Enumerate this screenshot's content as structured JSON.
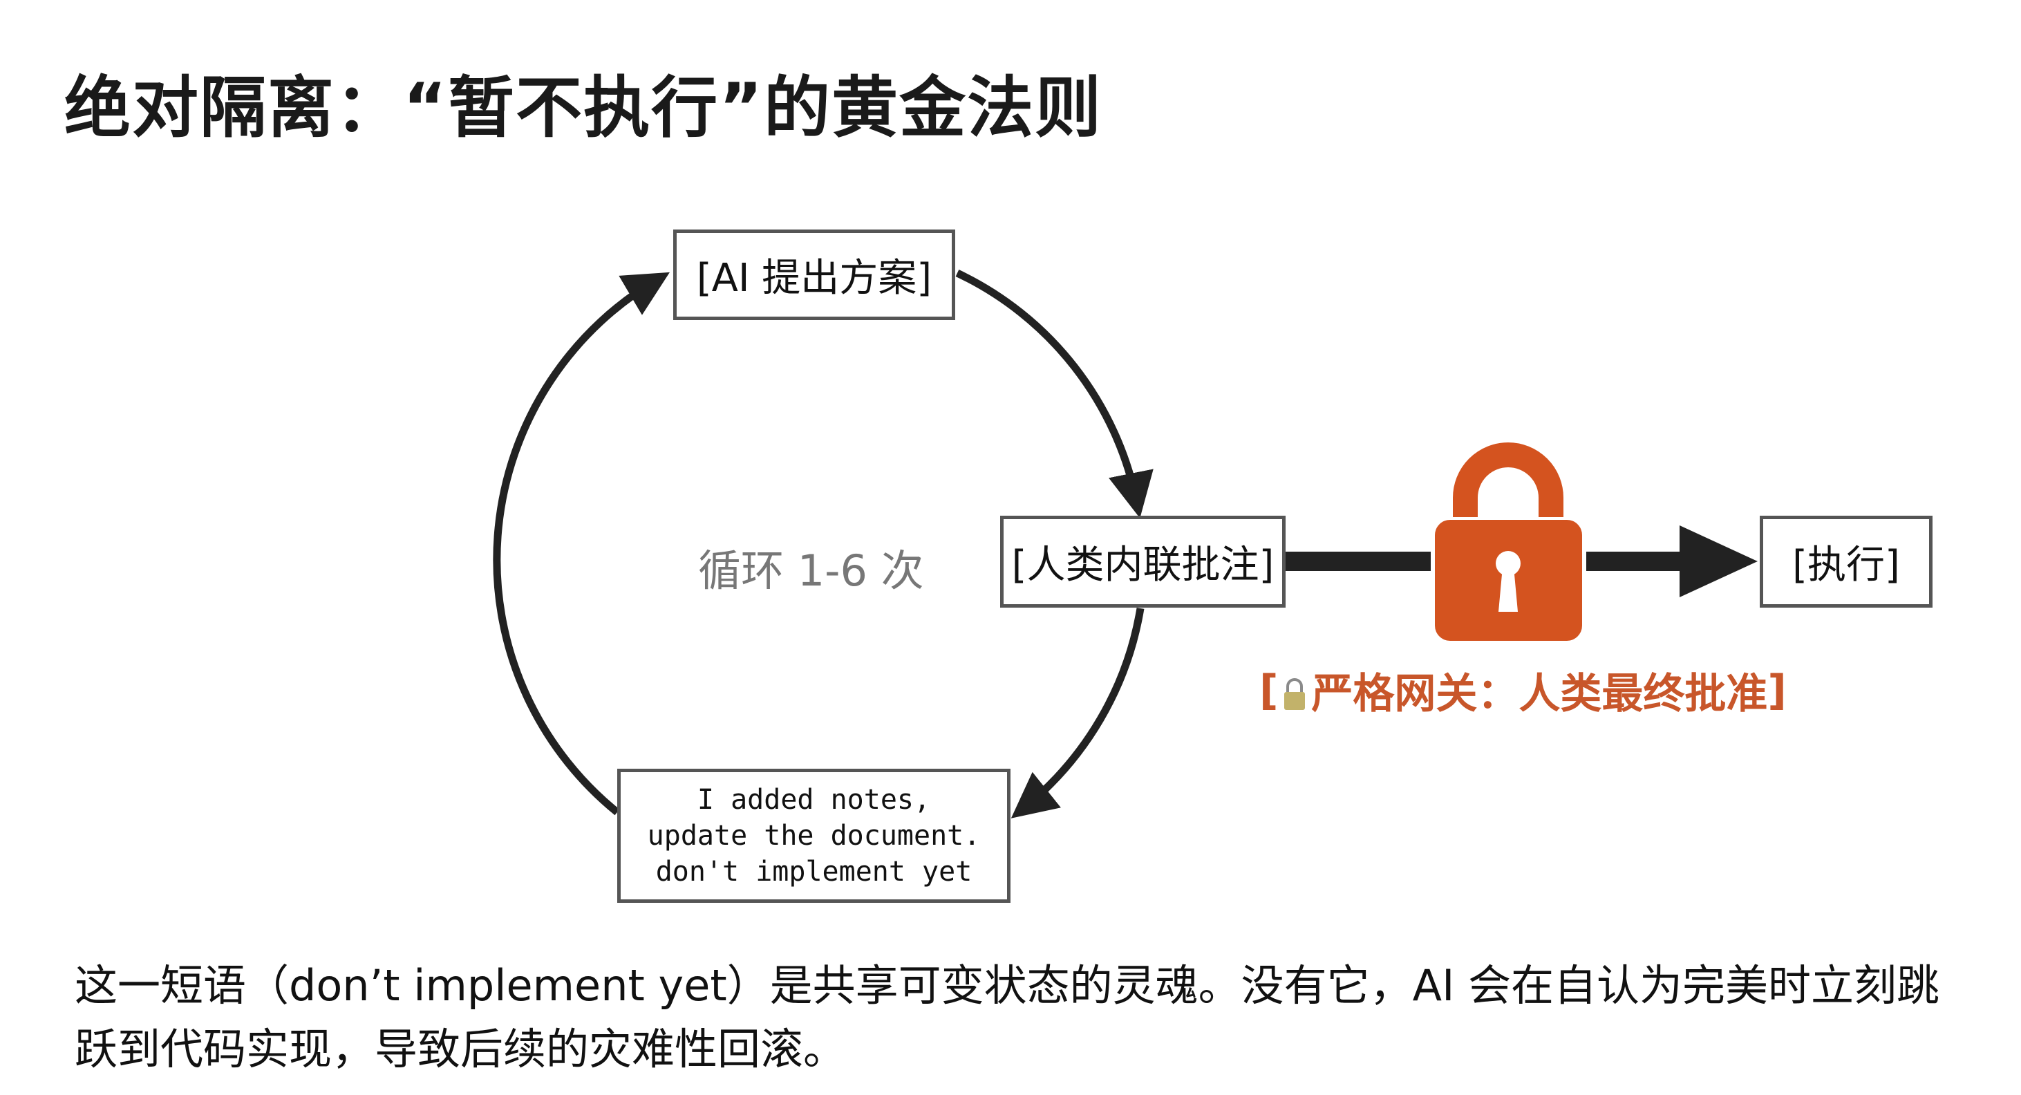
{
  "title": "绝对隔离：“暂不执行”的黄金法则",
  "diagram": {
    "ai_node": "[AI 提出方案]",
    "human_node": "[人类内联批注]",
    "exec_node": "[执行]",
    "prompt_lines": [
      "I added notes,",
      "update the document.",
      "don't implement yet"
    ],
    "loop_label": "循环 1-6 次",
    "gate_label": "严格网关：人类最终批准",
    "gate_open_bracket": "[",
    "gate_close_bracket": "]",
    "lock_icon": "padlock",
    "colors": {
      "lock": "#d4531f",
      "gate_text": "#c8562a",
      "arrow": "#222222"
    }
  },
  "body": {
    "paragraph": "这一短语（don’t implement yet）是共享可变状态的灵魂。没有它，AI 会在自认为完美时立刻跳跃到代码实现，导致后续的灾难性回滚。"
  }
}
